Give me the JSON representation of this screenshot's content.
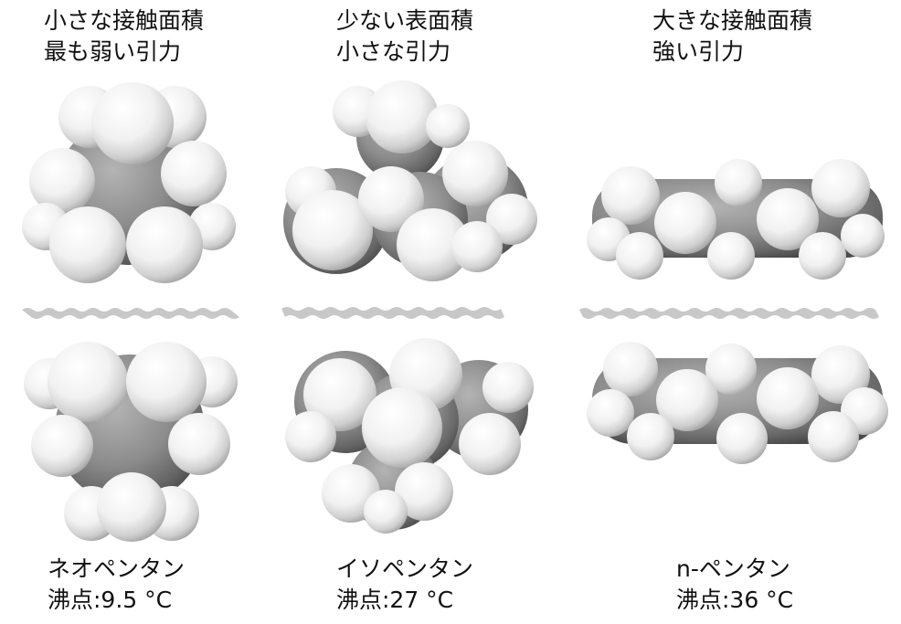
{
  "columns": [
    {
      "heading": [
        "小さな接触面積",
        "最も弱い引力"
      ],
      "name": "ネオペンタン",
      "boiling_point": "沸点:9.5 °C"
    },
    {
      "heading": [
        "少ない表面積",
        "小さな引力"
      ],
      "name": "イソペンタン",
      "boiling_point": "沸点:27 °C"
    },
    {
      "heading": [
        "大きな接触面積",
        "強い引力"
      ],
      "name": "n-ペンタン",
      "boiling_point": "沸点:36 °C"
    }
  ],
  "colors": {
    "carbon": "#8a8a8a",
    "hydrogen": "#f4f4f4",
    "interface": "#c8c8c8",
    "text": "#111111"
  },
  "icons": [
    "neopentane-molecule",
    "isopentane-molecule",
    "n-pentane-molecule",
    "contact-interface"
  ]
}
